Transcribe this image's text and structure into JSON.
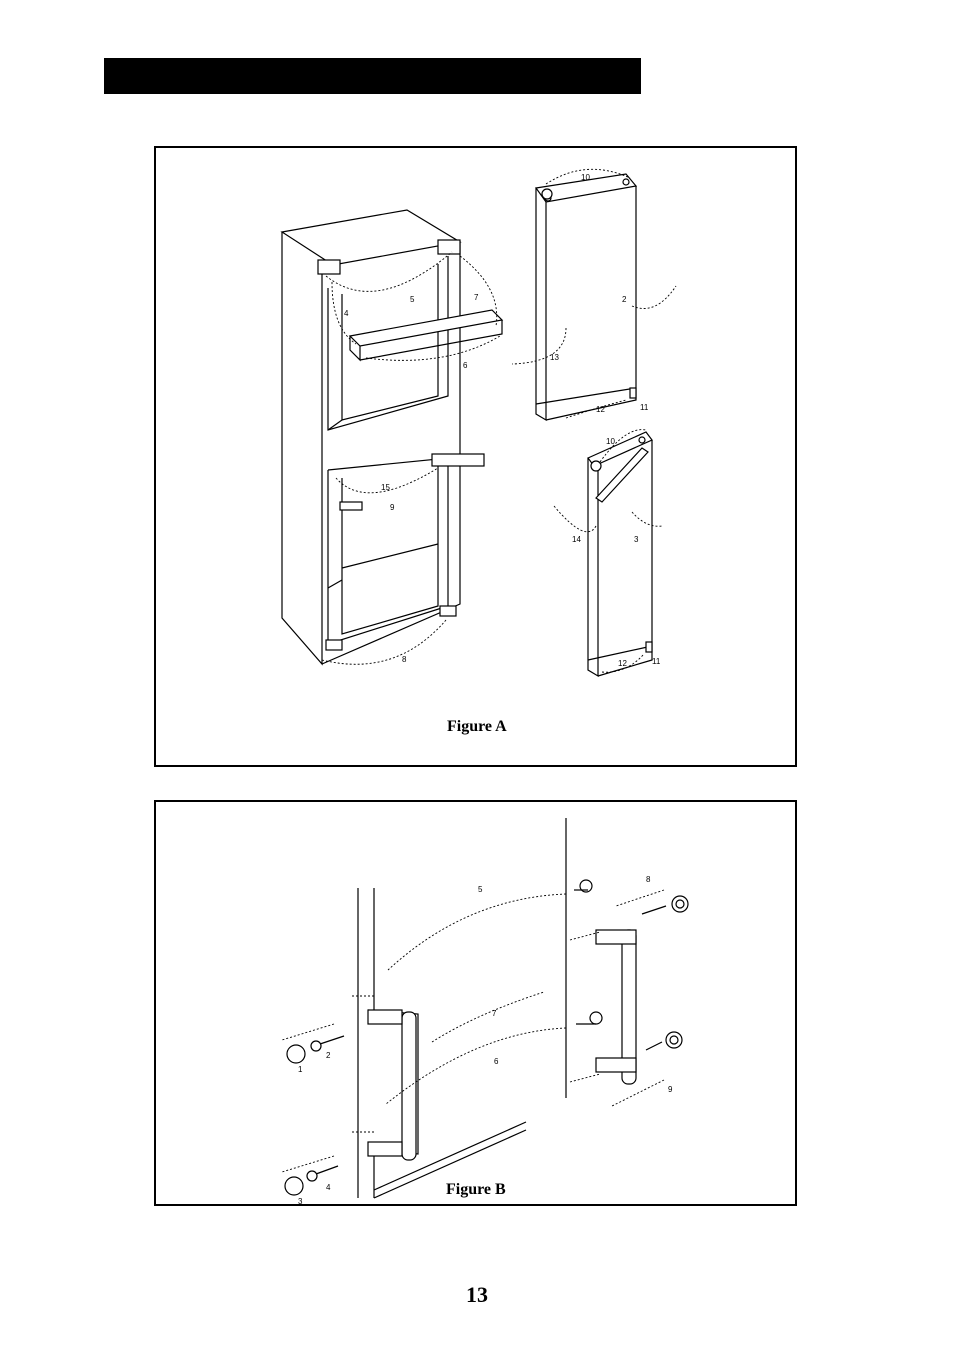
{
  "header": {
    "bar_color": "#000000"
  },
  "figure_a": {
    "caption": "Figure A",
    "labels": [
      "10",
      "5",
      "7",
      "2",
      "4",
      "13",
      "6",
      "12",
      "11",
      "10",
      "15",
      "9",
      "14",
      "3",
      "8",
      "12",
      "11"
    ]
  },
  "figure_b": {
    "caption": "Figure B",
    "labels": [
      "5",
      "8",
      "7",
      "2",
      "1",
      "6",
      "9",
      "4",
      "3"
    ]
  },
  "page_number": "13"
}
